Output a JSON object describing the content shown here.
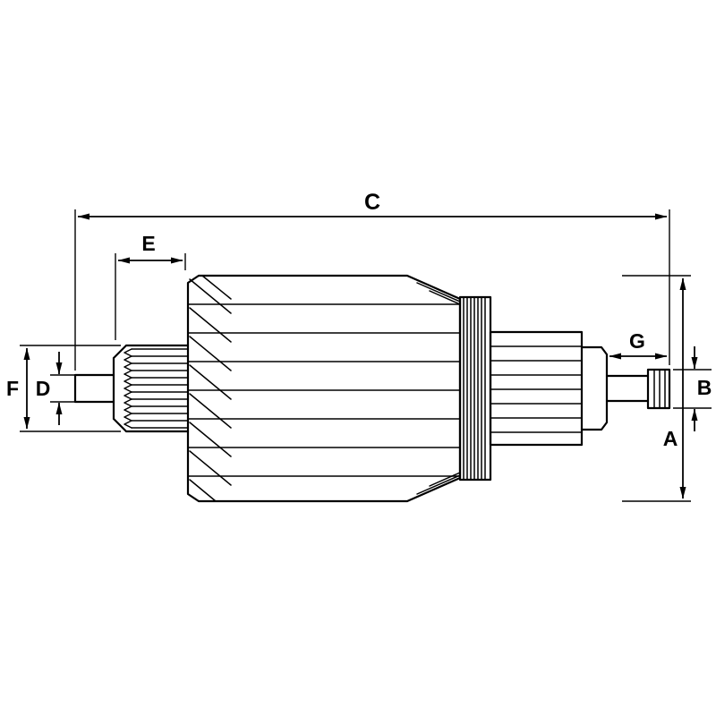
{
  "colors": {
    "ink": "#000000",
    "background": "#ffffff"
  },
  "diagram": {
    "labels": {
      "a": "A",
      "b": "B",
      "c": "C",
      "d": "D",
      "e": "E",
      "f": "F",
      "g": "G"
    }
  }
}
